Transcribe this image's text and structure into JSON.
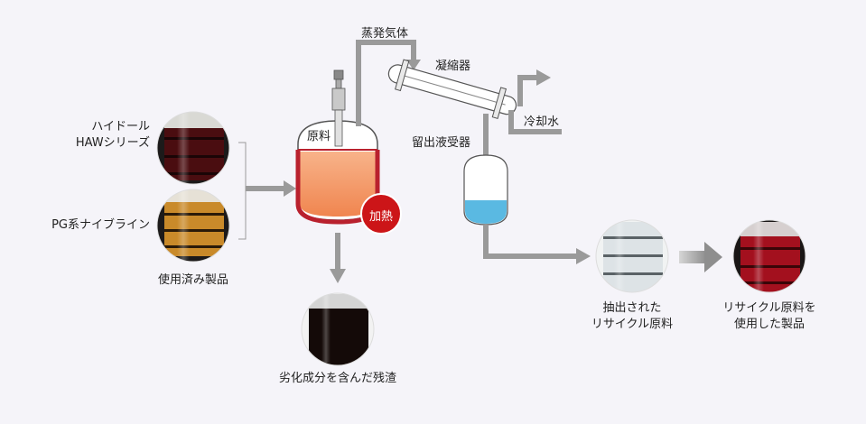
{
  "inputs": {
    "haw_line1": "ハイドール",
    "haw_line2": "HAWシリーズ",
    "pg": "PG系ナイブライン",
    "used_products": "使用済み製品"
  },
  "process": {
    "vapor": "蒸発気体",
    "condenser": "凝縮器",
    "cooling_water": "冷却水",
    "receiver": "留出液受器",
    "raw_material": "原料",
    "heating": "加熱",
    "residue": "劣化成分を含んだ残渣"
  },
  "outputs": {
    "extracted_line1": "抽出された",
    "extracted_line2": "リサイクル原料",
    "recycled_line1": "リサイクル原料を",
    "recycled_line2": "使用した製品"
  },
  "colors": {
    "haw_liquid": "#4a0d10",
    "pg_liquid": "#c98a2a",
    "residue_liquid": "#140a08",
    "extracted_liquid": "#dde3e6",
    "recycled_liquid": "#a3101e",
    "heater": "#cc1518",
    "reactor_liquid": "#f5a070",
    "reactor_wall": "#b9212e",
    "distillate": "#5ab9e2",
    "arrow": "#9a9a9a"
  }
}
